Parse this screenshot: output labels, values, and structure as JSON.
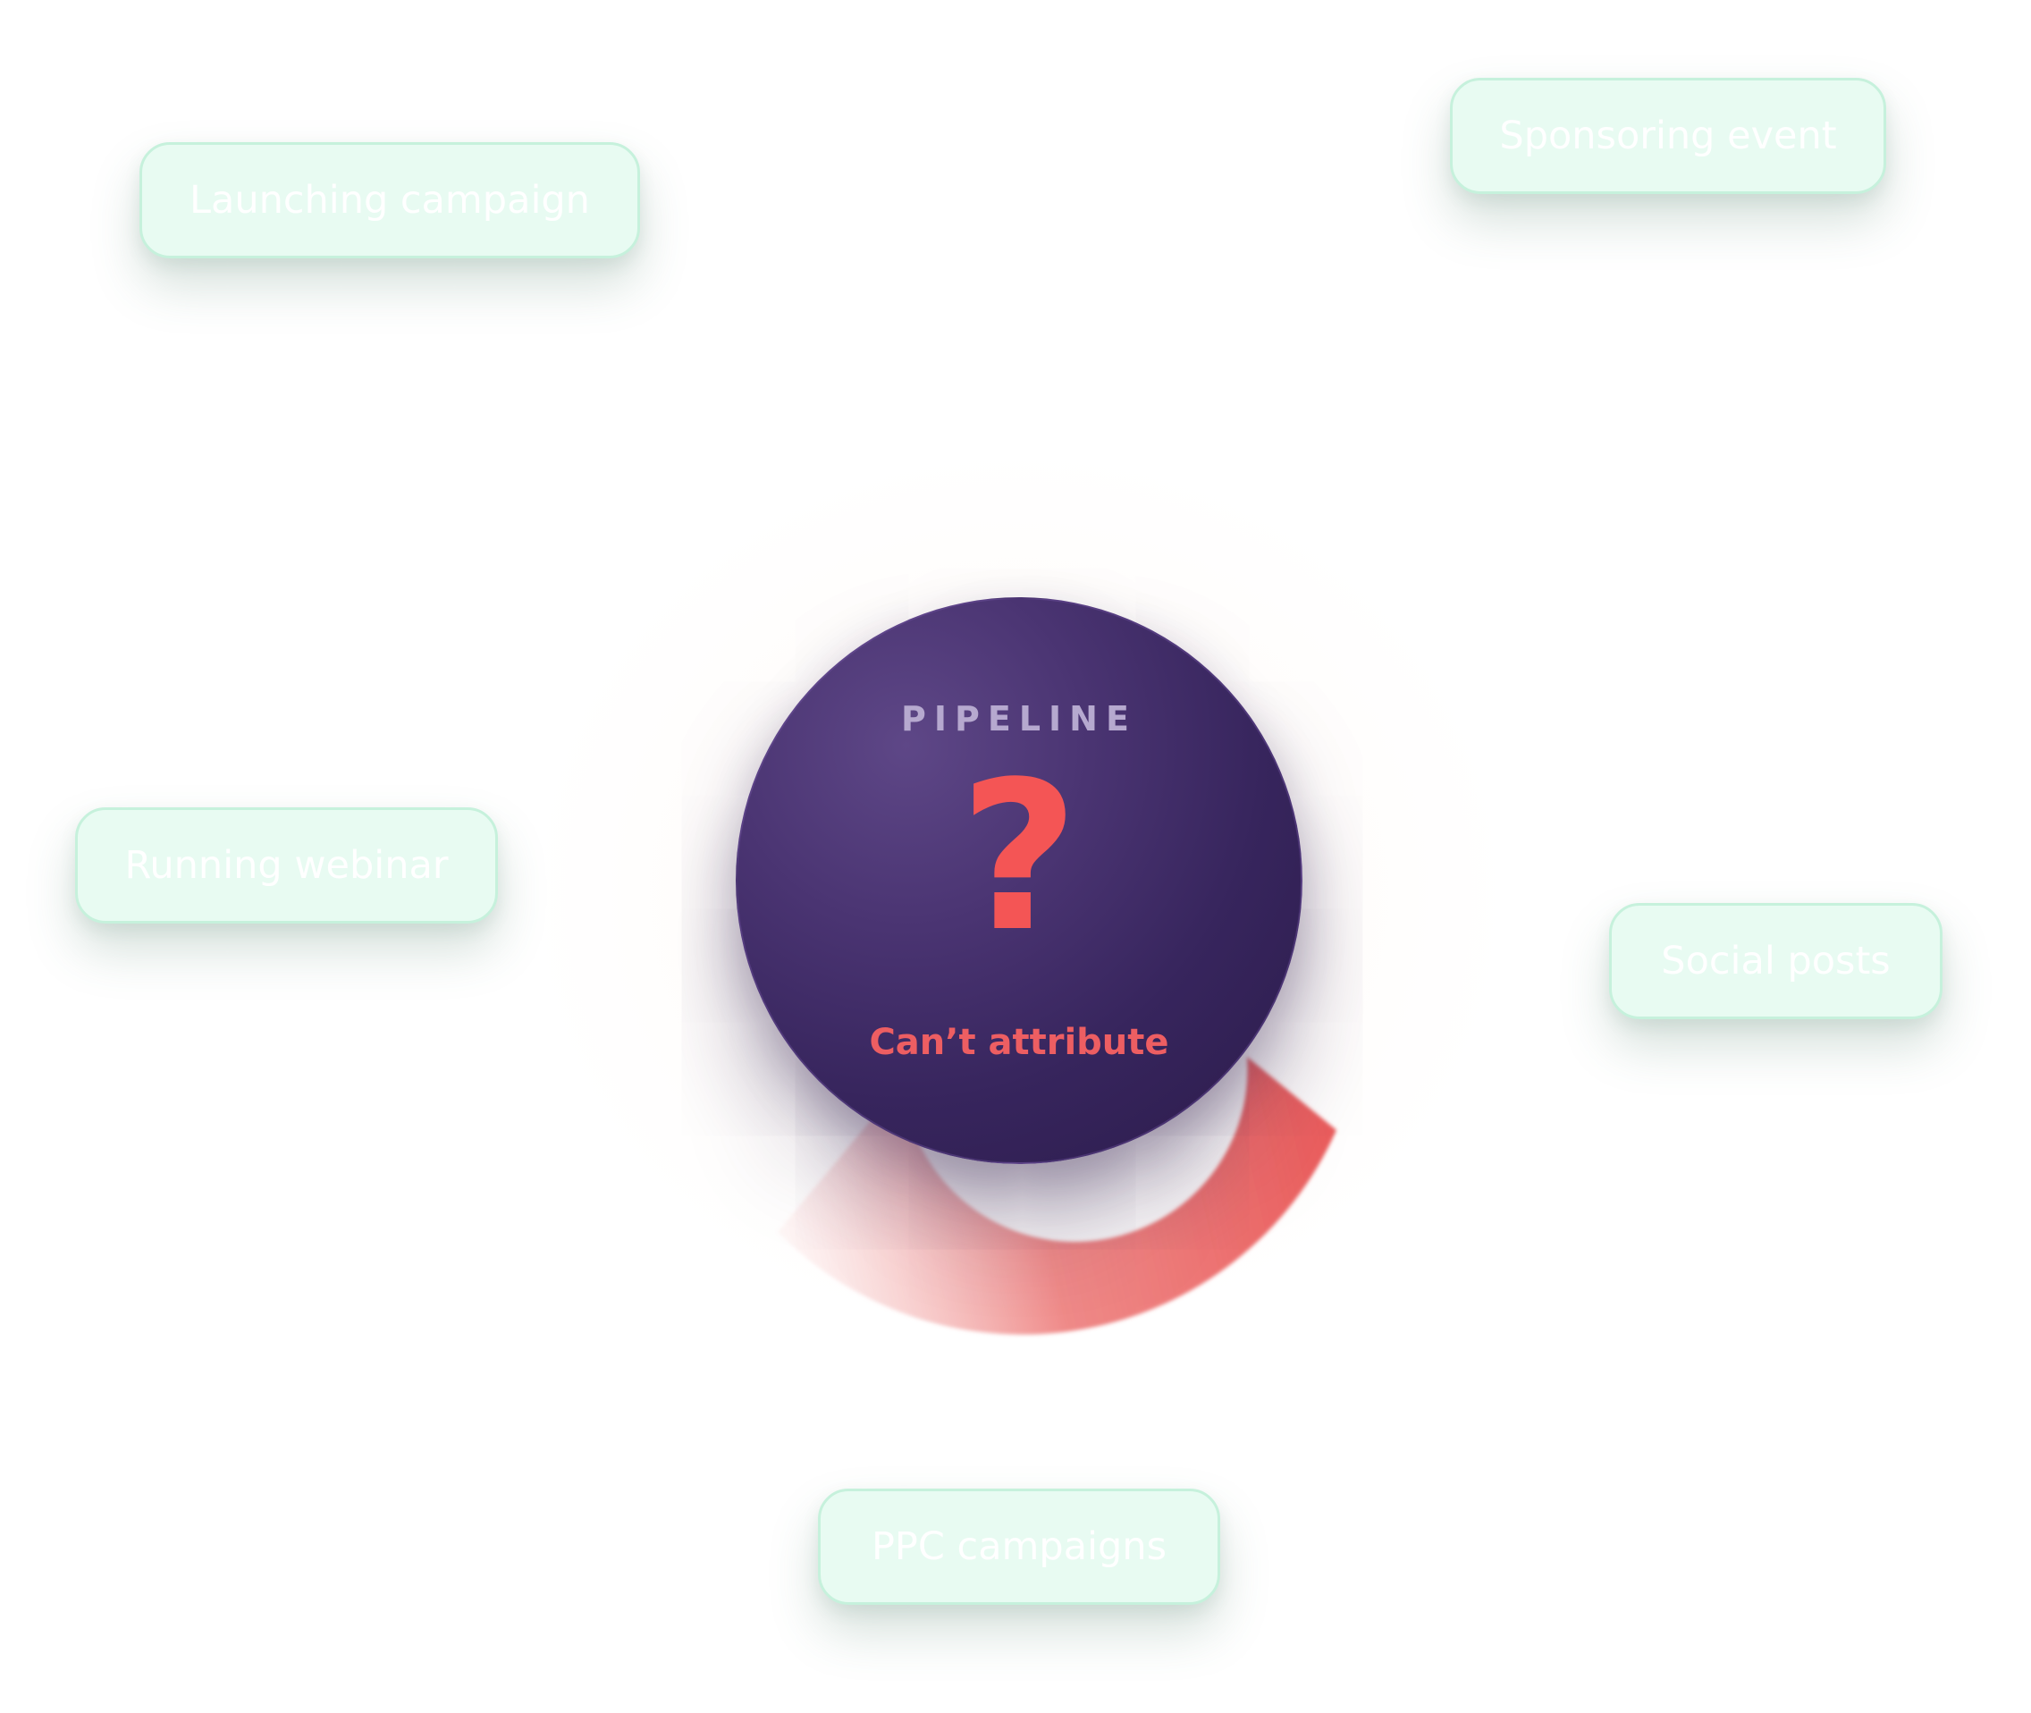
{
  "center": {
    "label": "PIPELINE",
    "symbol": "?",
    "status": "Can’t attribute"
  },
  "activities": [
    {
      "label": "Launching campaign"
    },
    {
      "label": "Sponsoring event"
    },
    {
      "label": "Running webinar"
    },
    {
      "label": "Social posts"
    },
    {
      "label": "PPC campaigns"
    }
  ],
  "colors": {
    "sphere": "#3b2863",
    "question_mark": "#f45555",
    "status_text": "#ed5e62",
    "pill_fill": "#e8fbf2",
    "pill_border": "#c6f1dc",
    "arc": "#ea5b5b"
  }
}
